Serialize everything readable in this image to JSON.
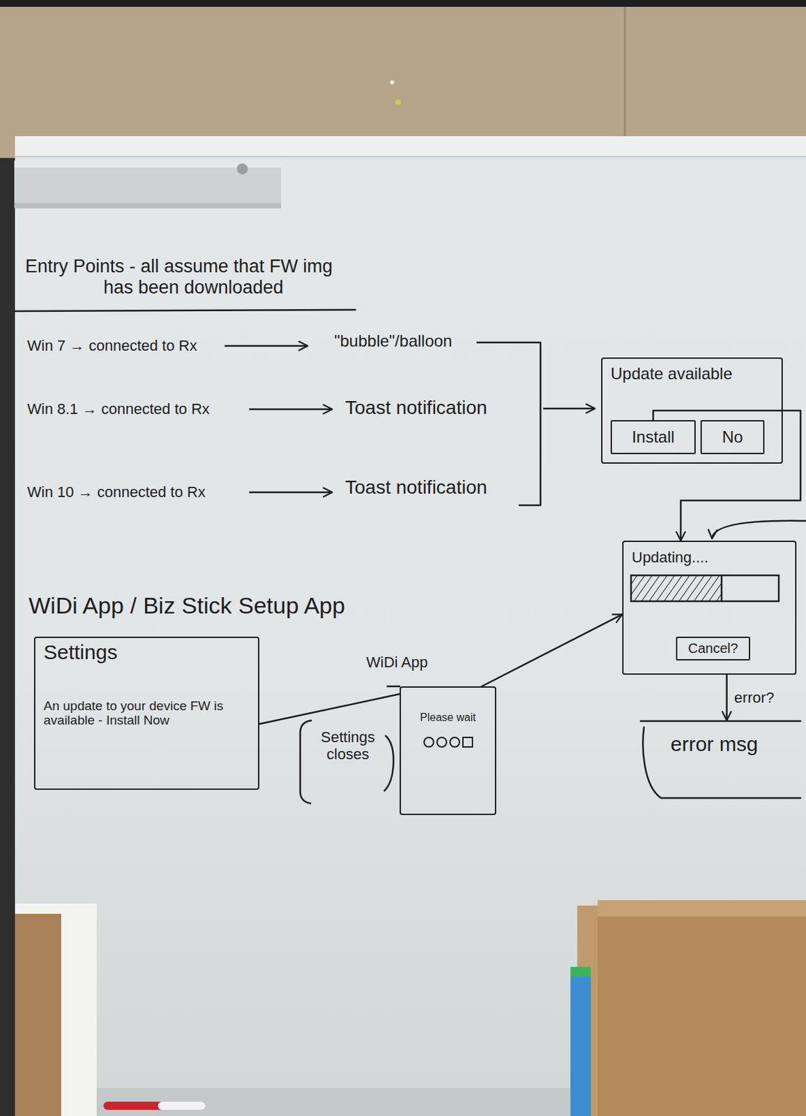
{
  "diagram": {
    "title": "Entry Points - all assume that FW img has been downloaded",
    "nodes": [
      {
        "text": [
          "Update available"
        ]
      },
      {
        "text": [
          "Install"
        ],
        "in": 0
      },
      {
        "text": [
          "No"
        ],
        "in": 0
      },
      {
        "text": [
          "Updating...."
        ]
      },
      {
        "text": [
          "Cancel?"
        ],
        "in": 3
      },
      {
        "text": [
          "Settings",
          "An update to your device FW is available - Install Now"
        ]
      },
      {
        "text": [
          "WiDi App",
          "Please wait"
        ]
      },
      {
        "text": [
          "error msg"
        ]
      }
    ],
    "edges": [
      {
        "from": 1,
        "to": 3,
        "arrow": "to"
      },
      {
        "from": 5,
        "to": 6,
        "arrow": "none"
      },
      {
        "from": 6,
        "to": 3,
        "arrow": "to"
      },
      {
        "from": 3,
        "to": 7,
        "arrow": "to",
        "label": "error?"
      }
    ],
    "labels": [
      "Win 7 → connected to Rx",
      "\"bubble\"/balloon",
      "Win 8.1 → connected to Rx",
      "Toast notification",
      "Win 10 → connected to Rx",
      "Toast notification",
      "WiDi App / Biz Stick Setup App",
      "Settings closes"
    ]
  }
}
